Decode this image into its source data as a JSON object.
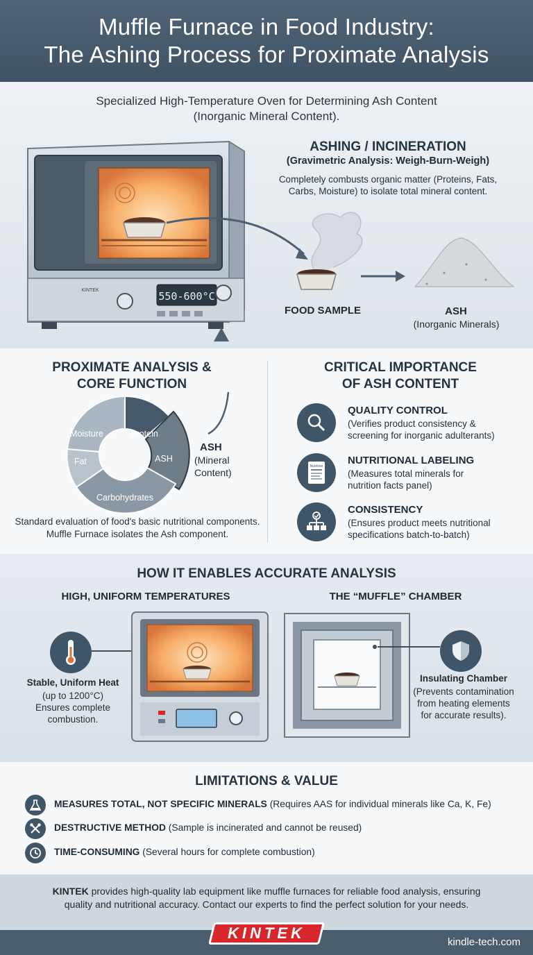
{
  "header": {
    "title_line1": "Muffle Furnace in Food Industry:",
    "title_line2": "The Ashing Process for Proximate Analysis"
  },
  "intro": {
    "line1": "Specialized High-Temperature Oven for Determining Ash Content",
    "line2": "(Inorganic Mineral Content)."
  },
  "furnace": {
    "display": "550-600°C",
    "brand_plate": "KINTEK"
  },
  "ashing": {
    "title": "ASHING / INCINERATION",
    "subtitle": "(Gravimetric Analysis: Weigh-Burn-Weigh)",
    "desc_line1": "Completely combusts organic matter (Proteins, Fats,",
    "desc_line2": "Carbs, Moisture) to isolate total mineral content.",
    "food_label": "FOOD SAMPLE",
    "ash_label": "ASH",
    "ash_sub": "(Inorganic Minerals)"
  },
  "proximate": {
    "title_line1": "PROXIMATE ANALYSIS &",
    "title_line2": "CORE FUNCTION",
    "segments": [
      "Moisture",
      "Protein",
      "ASH",
      "Carbohydrates",
      "Fat"
    ],
    "callout_title": "ASH",
    "callout_line1": "(Mineral",
    "callout_line2": "Content)",
    "desc_line1": "Standard evaluation of food's basic nutritional components.",
    "desc_line2": "Muffle Furnace isolates the Ash component."
  },
  "importance": {
    "title_line1": "CRITICAL IMPORTANCE",
    "title_line2": "OF ASH CONTENT",
    "items": [
      {
        "title": "QUALITY CONTROL",
        "line1": "(Verifies product consistency &",
        "line2": "screening for inorganic adulterants)",
        "icon": "magnifier-icon"
      },
      {
        "title": "NUTRITIONAL LABELING",
        "line1": "(Measures total minerals for",
        "line2": "nutrition facts panel)",
        "icon": "nutrition-label-icon"
      },
      {
        "title": "CONSISTENCY",
        "line1": "(Ensures product meets nutritional",
        "line2": "specifications batch-to-batch)",
        "icon": "hierarchy-check-icon"
      }
    ],
    "nutrition_icon_text": "Nutrition"
  },
  "accurate": {
    "title": "HOW IT ENABLES ACCURATE ANALYSIS",
    "left_title": "HIGH, UNIFORM TEMPERATURES",
    "left_caption_title": "Stable, Uniform Heat",
    "left_caption_line1": "(up to 1200°C)",
    "left_caption_line2": "Ensures complete",
    "left_caption_line3": "combustion.",
    "right_title": "THE “MUFFLE” CHAMBER",
    "right_caption_title": "Insulating Chamber",
    "right_caption_line1": "(Prevents contamination",
    "right_caption_line2": "from heating elements",
    "right_caption_line3": "for accurate results)."
  },
  "limitations": {
    "title": "LIMITATIONS & VALUE",
    "items": [
      {
        "bold": "MEASURES TOTAL, NOT SPECIFIC MINERALS",
        "rest": " (Requires AAS for individual minerals like Ca, K, Fe)"
      },
      {
        "bold": "DESTRUCTIVE METHOD",
        "rest": " (Sample is incinerated and cannot be reused)"
      },
      {
        "bold": "TIME-CONSUMING",
        "rest": " (Several hours for complete combustion)"
      }
    ]
  },
  "footer": {
    "brand": "KINTEK",
    "line1_rest": " provides high-quality lab equipment like muffle furnaces for reliable food analysis, ensuring",
    "line2": "quality and nutritional accuracy. Contact our experts to find the perfect solution for your needs.",
    "logo": "KINTEK",
    "site": "kindle-tech.com"
  },
  "colors": {
    "header": "#46596b",
    "icon_bg": "#3f5668",
    "heat": "#f4a35a",
    "logo_red": "#d9262c"
  }
}
